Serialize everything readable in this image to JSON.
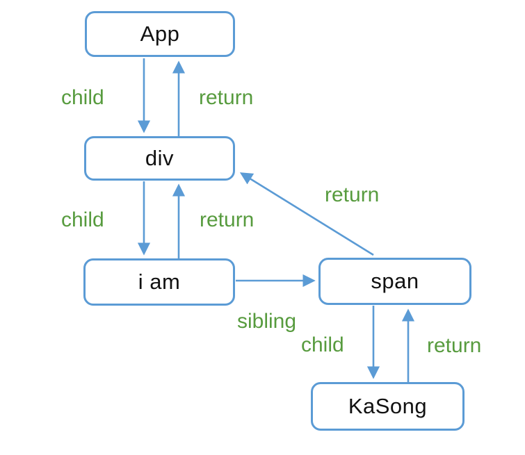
{
  "diagram": {
    "title": "fiber-tree-traversal",
    "background": "#ffffff",
    "colors": {
      "node_border": "#5b9bd5",
      "arrow": "#5b9bd5",
      "edge_label": "#579b3e",
      "node_text": "#111111"
    },
    "nodes": [
      {
        "id": "app",
        "label": "App"
      },
      {
        "id": "div",
        "label": "div"
      },
      {
        "id": "iam",
        "label": "i am"
      },
      {
        "id": "span",
        "label": "span"
      },
      {
        "id": "kasong",
        "label": "KaSong"
      }
    ],
    "edges": [
      {
        "from": "App",
        "to": "div",
        "label": "child"
      },
      {
        "from": "div",
        "to": "App",
        "label": "return"
      },
      {
        "from": "div",
        "to": "i am",
        "label": "child"
      },
      {
        "from": "i am",
        "to": "div",
        "label": "return"
      },
      {
        "from": "i am",
        "to": "span",
        "label": "sibling"
      },
      {
        "from": "span",
        "to": "div",
        "label": "return"
      },
      {
        "from": "span",
        "to": "KaSong",
        "label": "child"
      },
      {
        "from": "KaSong",
        "to": "span",
        "label": "return"
      }
    ]
  }
}
